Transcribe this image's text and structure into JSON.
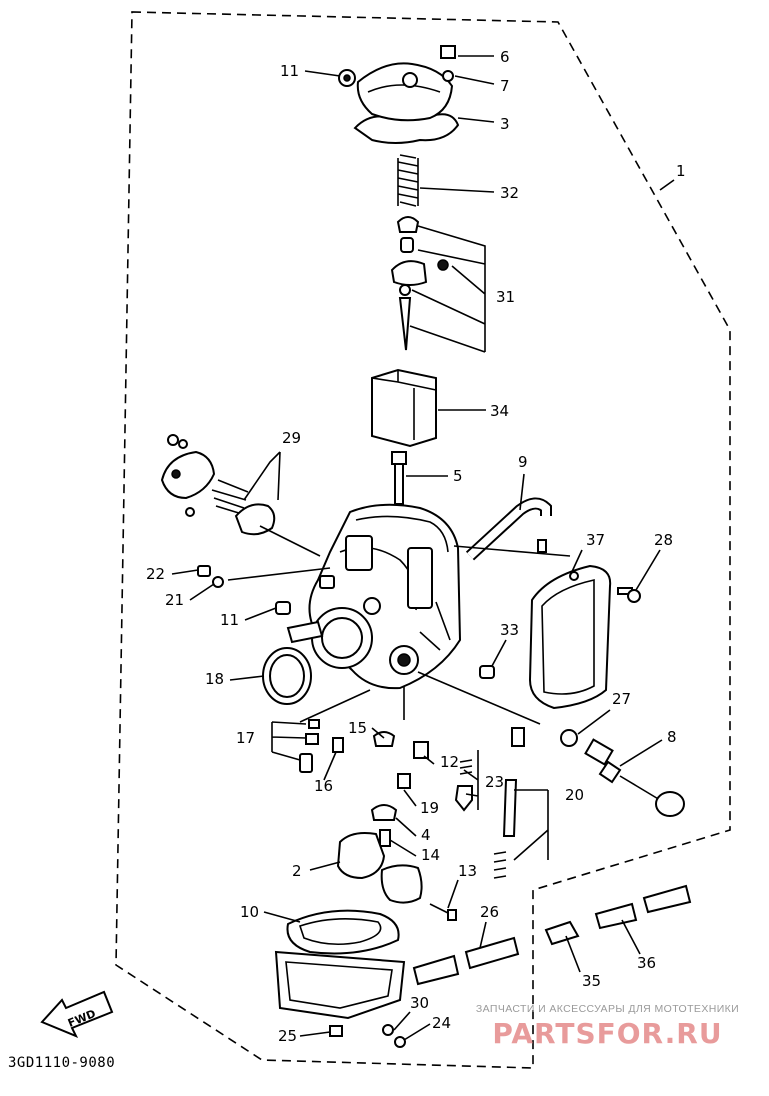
{
  "callouts": [
    {
      "id": "c1",
      "text": "1"
    },
    {
      "id": "c2",
      "text": "2"
    },
    {
      "id": "c3",
      "text": "3"
    },
    {
      "id": "c4",
      "text": "4"
    },
    {
      "id": "c5",
      "text": "5"
    },
    {
      "id": "c6",
      "text": "6"
    },
    {
      "id": "c7",
      "text": "7"
    },
    {
      "id": "c8",
      "text": "8"
    },
    {
      "id": "c9",
      "text": "9"
    },
    {
      "id": "c10",
      "text": "10"
    },
    {
      "id": "c11a",
      "text": "11"
    },
    {
      "id": "c11b",
      "text": "11"
    },
    {
      "id": "c12",
      "text": "12"
    },
    {
      "id": "c13",
      "text": "13"
    },
    {
      "id": "c14",
      "text": "14"
    },
    {
      "id": "c15",
      "text": "15"
    },
    {
      "id": "c16",
      "text": "16"
    },
    {
      "id": "c17",
      "text": "17"
    },
    {
      "id": "c18",
      "text": "18"
    },
    {
      "id": "c19",
      "text": "19"
    },
    {
      "id": "c20",
      "text": "20"
    },
    {
      "id": "c21",
      "text": "21"
    },
    {
      "id": "c22",
      "text": "22"
    },
    {
      "id": "c23",
      "text": "23"
    },
    {
      "id": "c24",
      "text": "24"
    },
    {
      "id": "c25",
      "text": "25"
    },
    {
      "id": "c26",
      "text": "26"
    },
    {
      "id": "c27",
      "text": "27"
    },
    {
      "id": "c28",
      "text": "28"
    },
    {
      "id": "c29",
      "text": "29"
    },
    {
      "id": "c30",
      "text": "30"
    },
    {
      "id": "c31",
      "text": "31"
    },
    {
      "id": "c32",
      "text": "32"
    },
    {
      "id": "c33",
      "text": "33"
    },
    {
      "id": "c34",
      "text": "34"
    },
    {
      "id": "c35",
      "text": "35"
    },
    {
      "id": "c36",
      "text": "36"
    },
    {
      "id": "c37",
      "text": "37"
    }
  ],
  "fwd_badge": "FWD",
  "diagram_code": "3GD1110-9080",
  "watermark": {
    "tagline": "ЗАПЧАСТИ И АКСЕССУАРЫ ДЛЯ МОТОТЕХНИКИ",
    "brand": "PARTSFOR.RU"
  }
}
